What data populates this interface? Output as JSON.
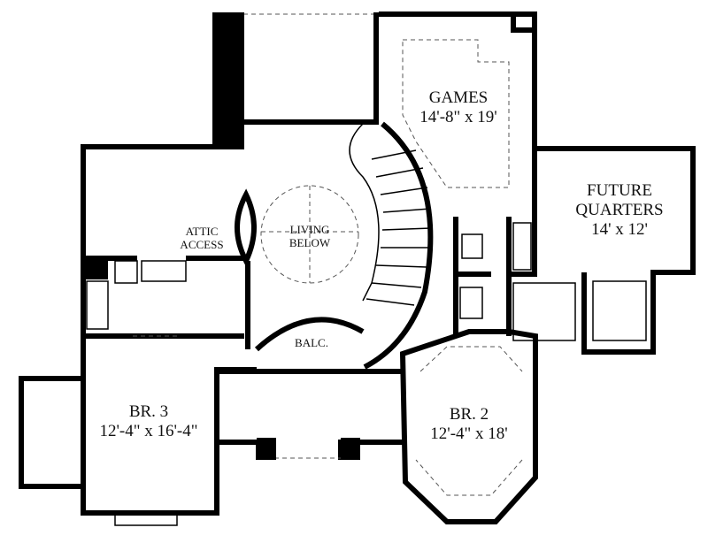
{
  "rooms": {
    "games": {
      "name": "GAMES",
      "size": "14'-8\" x 19'"
    },
    "future_quarters": {
      "name_line1": "FUTURE",
      "name_line2": "QUARTERS",
      "size": "14' x 12'"
    },
    "attic_access": {
      "line1": "ATTIC",
      "line2": "ACCESS"
    },
    "living_below": {
      "line1": "LIVING",
      "line2": "BELOW"
    },
    "balcony": {
      "name": "BALC."
    },
    "br3": {
      "name": "BR. 3",
      "size": "12'-4\" x 16'-4\""
    },
    "br2": {
      "name": "BR. 2",
      "size": "12'-4\" x 18'"
    }
  },
  "colors": {
    "wall": "#000000",
    "background": "#ffffff"
  }
}
